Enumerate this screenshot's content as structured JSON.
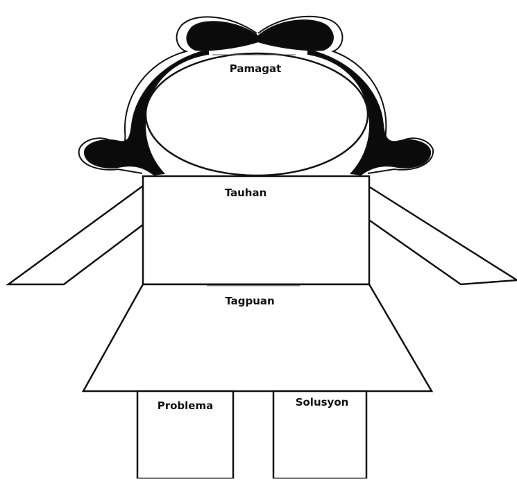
{
  "sections": {
    "title": "Pamagat",
    "characters": "Tauhan",
    "setting": "Tagpuan",
    "problem": "Problema",
    "solution": "Solusyon"
  },
  "colors": {
    "ink": "#111111",
    "paper": "#ffffff"
  }
}
